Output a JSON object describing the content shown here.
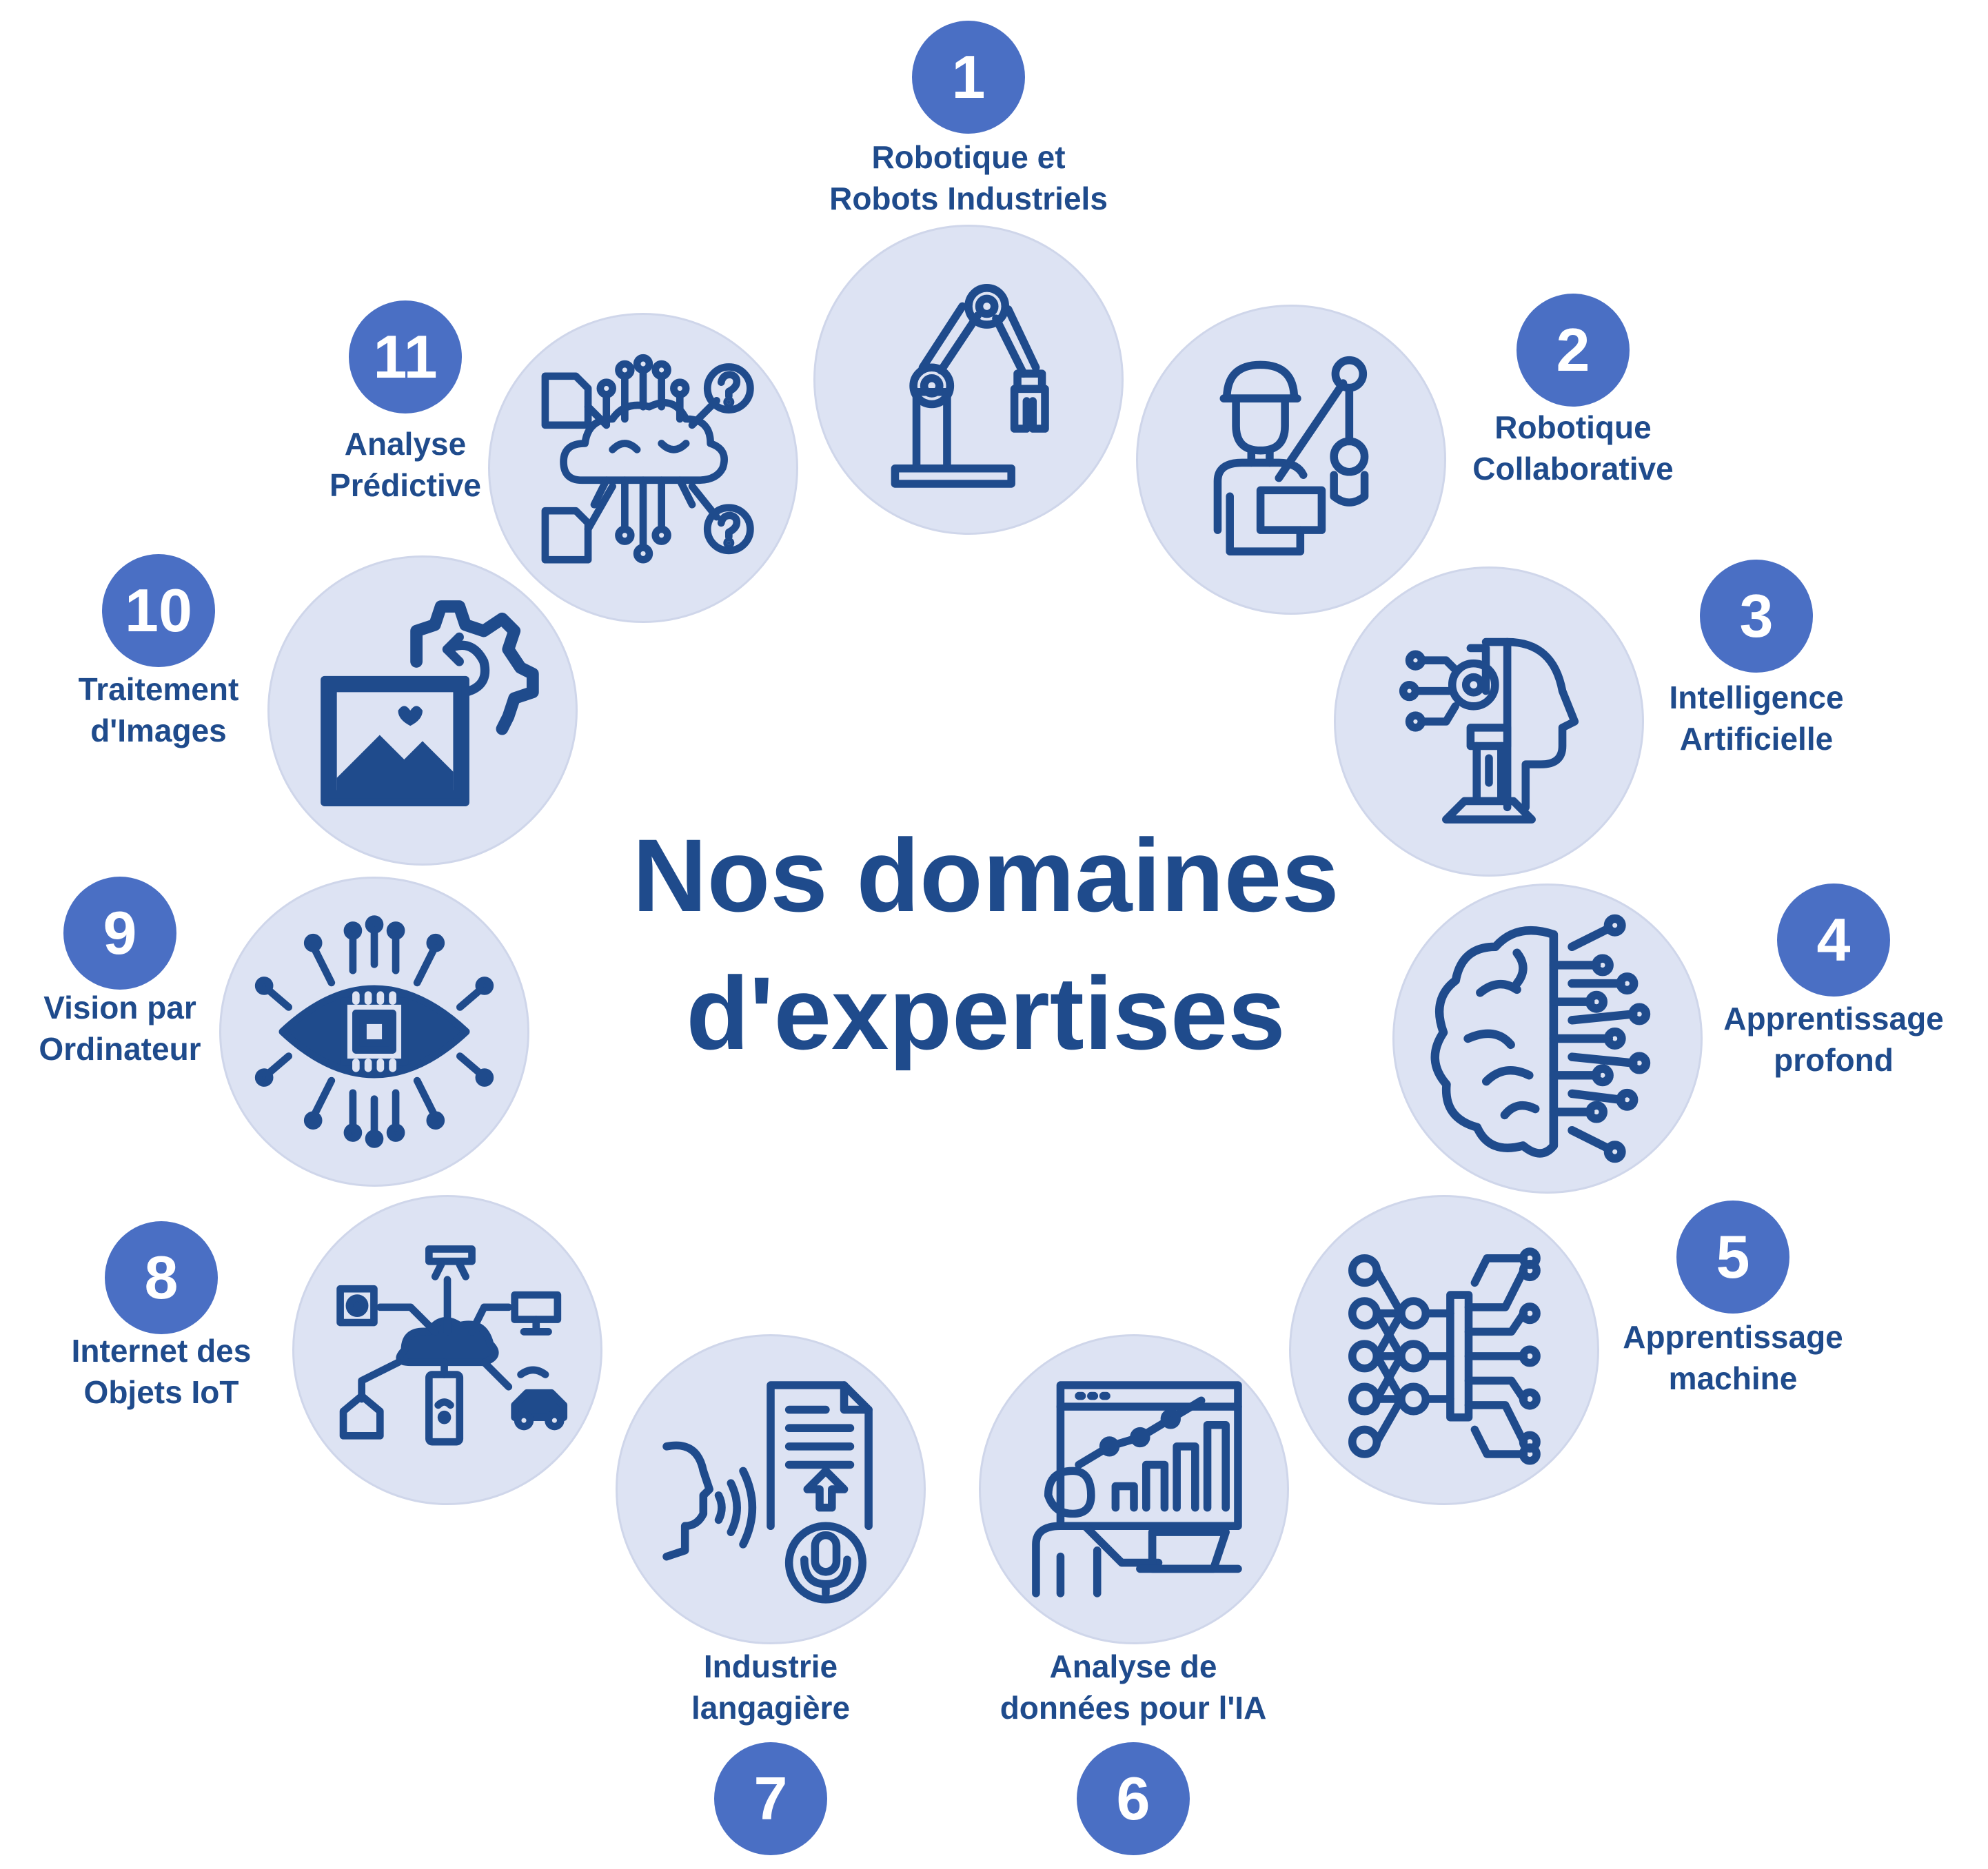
{
  "title": {
    "line1": "Nos domaines",
    "line2": "d'expertises"
  },
  "colors": {
    "badge": "#4a6fc4",
    "text": "#1f4b8c",
    "circle": "#dde3f3",
    "icon": "#1f4b8c"
  },
  "domains": [
    {
      "number": "1",
      "line1": "Robotique et",
      "line2": "Robots Industriels",
      "icon": "robot-arm-icon"
    },
    {
      "number": "2",
      "line1": "Robotique",
      "line2": "Collaborative",
      "icon": "worker-robot-icon"
    },
    {
      "number": "3",
      "line1": "Intelligence",
      "line2": "Artificielle",
      "icon": "ai-head-icon"
    },
    {
      "number": "4",
      "line1": "Apprentissage",
      "line2": "profond",
      "icon": "brain-circuit-icon"
    },
    {
      "number": "5",
      "line1": "Apprentissage",
      "line2": "machine",
      "icon": "neural-network-icon"
    },
    {
      "number": "6",
      "line1": "Analyse de",
      "line2": "données pour l'IA",
      "icon": "data-analyst-icon"
    },
    {
      "number": "7",
      "line1": "Industrie",
      "line2": "langagière",
      "icon": "speech-document-icon"
    },
    {
      "number": "8",
      "line1": "Internet des",
      "line2": "Objets IoT",
      "icon": "iot-network-icon"
    },
    {
      "number": "9",
      "line1": "Vision par",
      "line2": "Ordinateur",
      "icon": "eye-chip-icon"
    },
    {
      "number": "10",
      "line1": "Traitement",
      "line2": "d'Images",
      "icon": "image-gear-icon"
    },
    {
      "number": "11",
      "line1": "Analyse",
      "line2": "Prédictive",
      "icon": "cloud-circuit-question-icon"
    }
  ]
}
